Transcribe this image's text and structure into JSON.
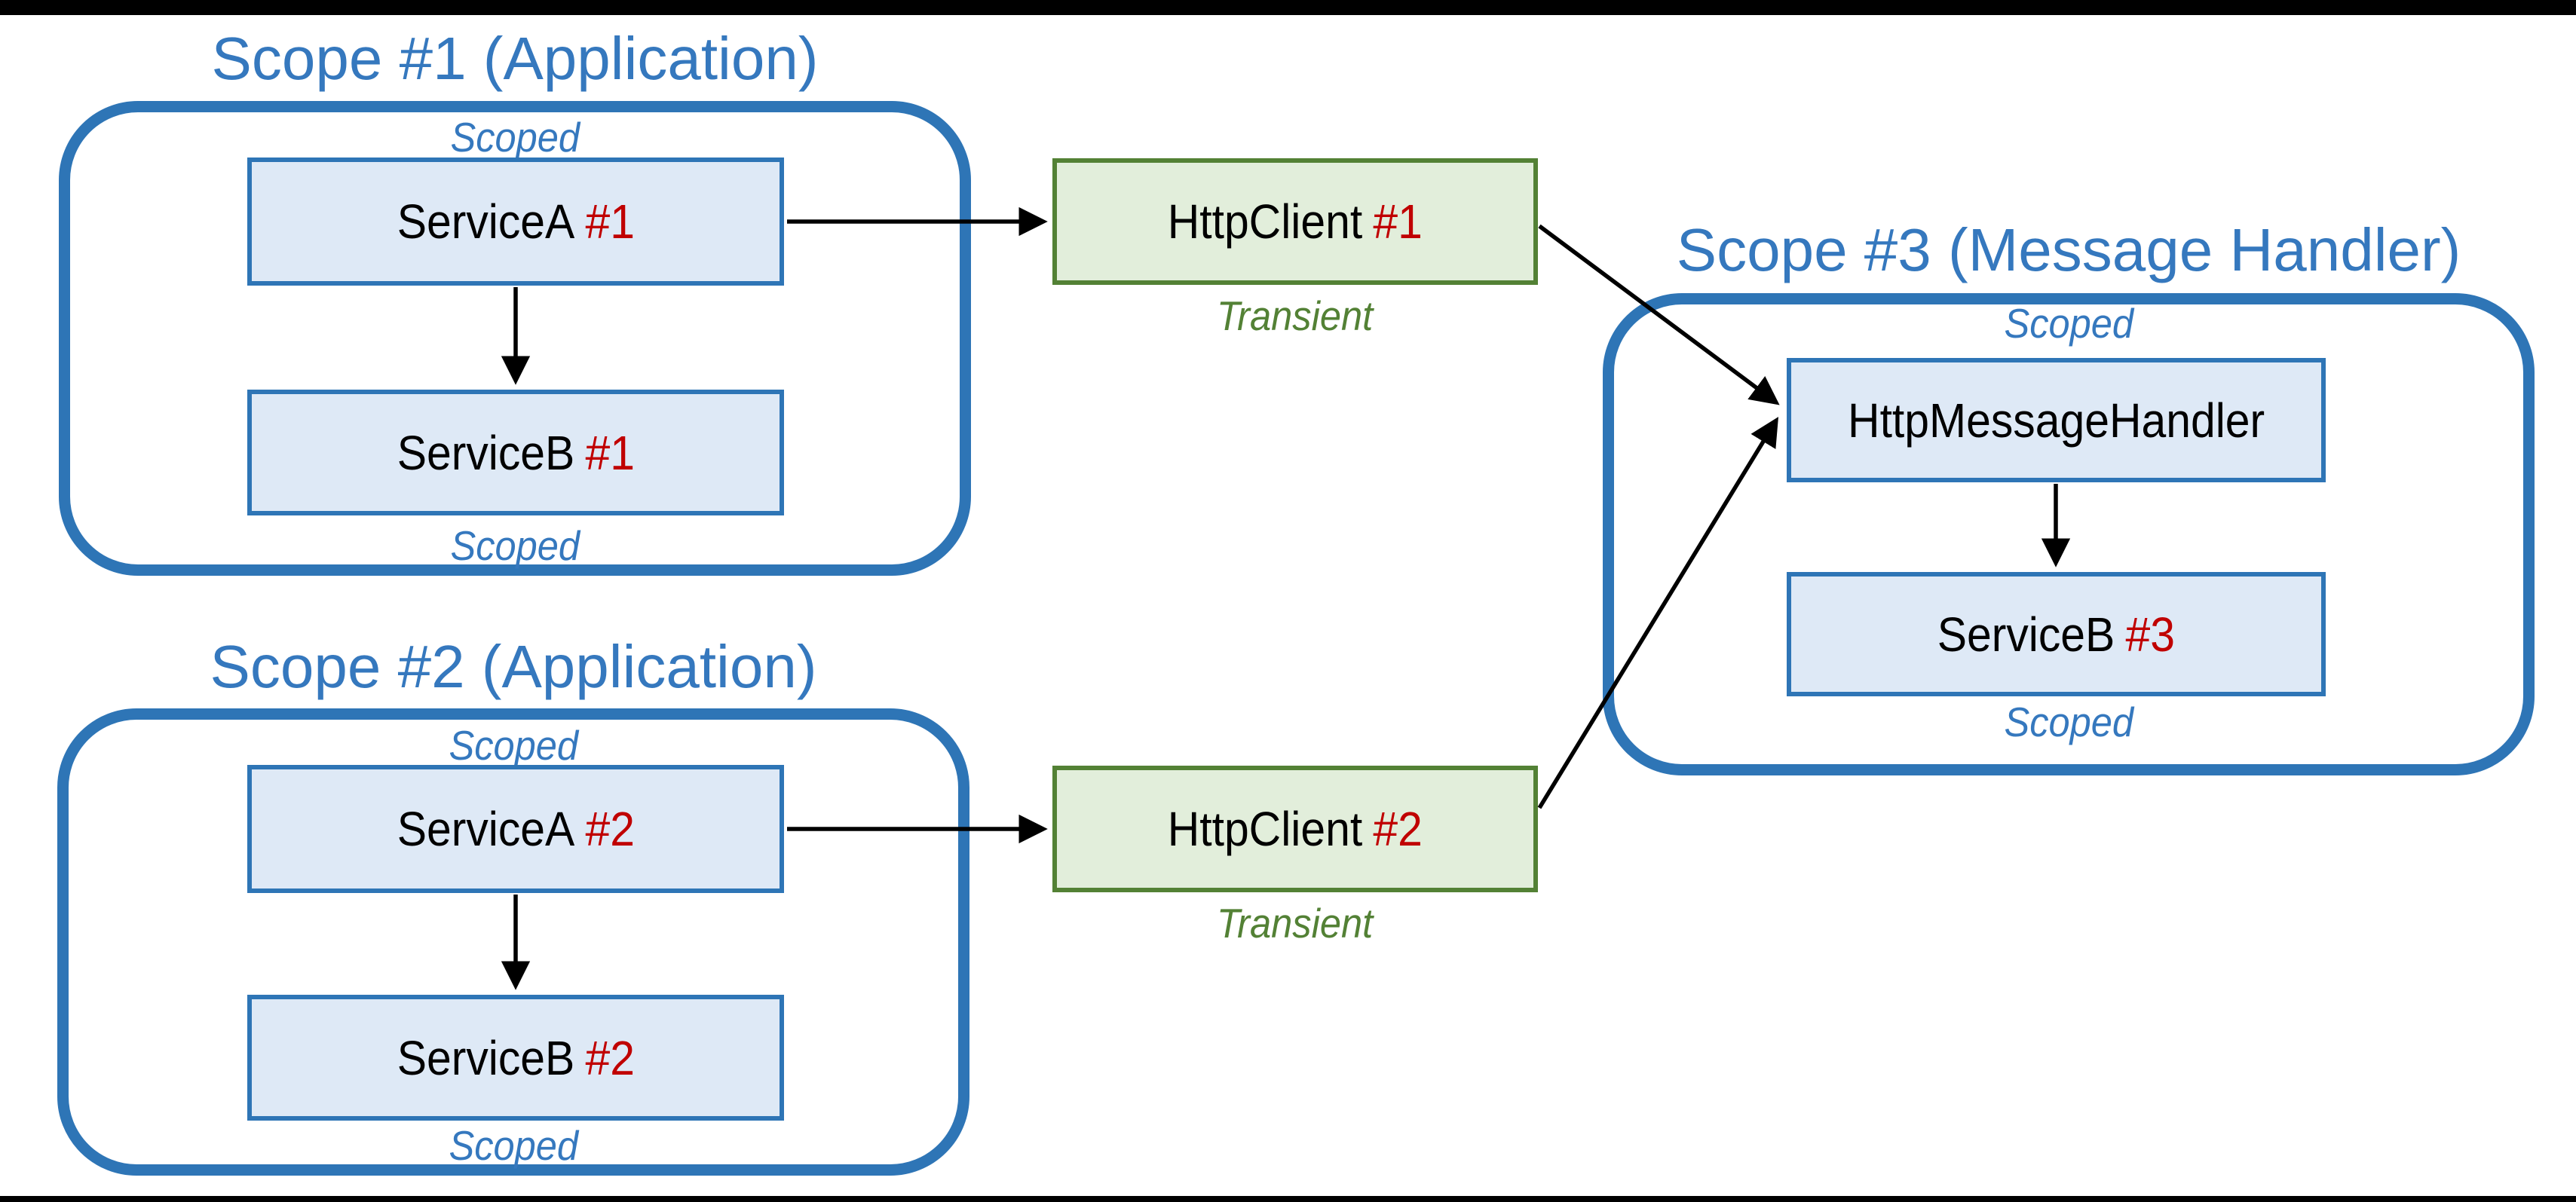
{
  "diagram": {
    "description": "Dependency injection scopes and HttpClient message-handler lifetime diagram",
    "colors": {
      "scope_border": "#2E75B6",
      "scope_title_text": "#3578BE",
      "scoped_label_text": "#3578BE",
      "service_box_fill": "#DEE9F6",
      "service_box_border": "#2E75B6",
      "client_box_fill": "#E2EEDB",
      "client_box_border": "#538135",
      "lifetime_label_text": "#538135",
      "instance_number_text": "#C00000",
      "box_label_text": "#000000",
      "arrow_color": "#000000",
      "letterbox": "#000000",
      "background": "#FFFFFF"
    },
    "scopes": [
      {
        "title": "Scope #1 (Application)",
        "scoped_top": "Scoped",
        "scoped_bottom": "Scoped",
        "boxes": [
          {
            "name": "ServiceA",
            "instance": "#1"
          },
          {
            "name": "ServiceB",
            "instance": "#1"
          }
        ]
      },
      {
        "title": "Scope #2 (Application)",
        "scoped_top": "Scoped",
        "scoped_bottom": "Scoped",
        "boxes": [
          {
            "name": "ServiceA",
            "instance": "#2"
          },
          {
            "name": "ServiceB",
            "instance": "#2"
          }
        ]
      },
      {
        "title": "Scope #3 (Message Handler)",
        "scoped_top": "Scoped",
        "scoped_bottom": "Scoped",
        "boxes": [
          {
            "name": "HttpMessageHandler",
            "instance": ""
          },
          {
            "name": "ServiceB",
            "instance": "#3"
          }
        ]
      }
    ],
    "clients": [
      {
        "name": "HttpClient",
        "instance": "#1",
        "lifetime": "Transient"
      },
      {
        "name": "HttpClient",
        "instance": "#2",
        "lifetime": "Transient"
      }
    ],
    "connections": [
      "ServiceA #1 -> ServiceB #1",
      "ServiceA #1 -> HttpClient #1",
      "ServiceA #2 -> ServiceB #2",
      "ServiceA #2 -> HttpClient #2",
      "HttpClient #1 -> HttpMessageHandler",
      "HttpClient #2 -> HttpMessageHandler",
      "HttpMessageHandler -> ServiceB #3"
    ]
  }
}
